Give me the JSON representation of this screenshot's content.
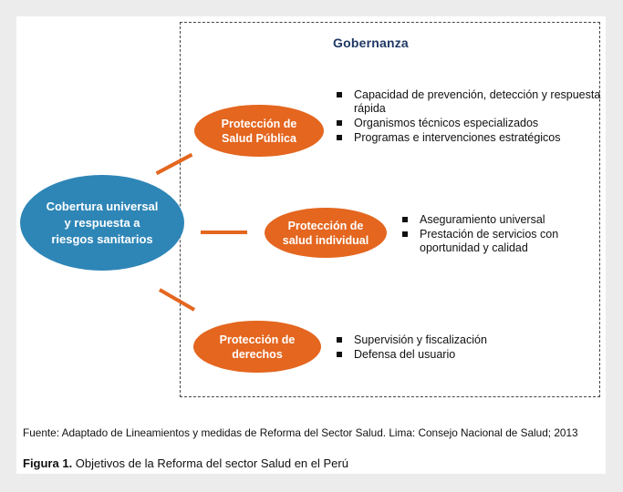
{
  "diagram": {
    "governance_title": "Gobernanza",
    "center": {
      "label": "Cobertura universal\ny respuesta a\nriesgos sanitarios"
    },
    "branches": [
      {
        "label": "Protección de\nSalud Pública",
        "items": [
          "Capacidad de prevención, detección y respuesta rápida",
          "Organismos técnicos especializados",
          "Programas e intervenciones estratégicos"
        ]
      },
      {
        "label": "Protección de\nsalud individual",
        "items": [
          "Aseguramiento universal",
          "Prestación de servicios con oportunidad y calidad"
        ]
      },
      {
        "label": "Protección de\nderechos",
        "items": [
          "Supervisión y fiscalización",
          "Defensa del usuario"
        ]
      }
    ]
  },
  "source_note": "Fuente: Adaptado de Lineamientos y medidas de Reforma del Sector Salud. Lima: Consejo Nacional de Salud; 2013",
  "caption": {
    "number": "Figura 1.",
    "text": " Objetivos de la Reforma del sector Salud en el Perú"
  },
  "colors": {
    "center_fill": "#2e86b7",
    "branch_fill": "#e4661f",
    "title_color": "#1f3864",
    "panel_bg": "#ffffff",
    "outer_bg": "#ececed"
  }
}
